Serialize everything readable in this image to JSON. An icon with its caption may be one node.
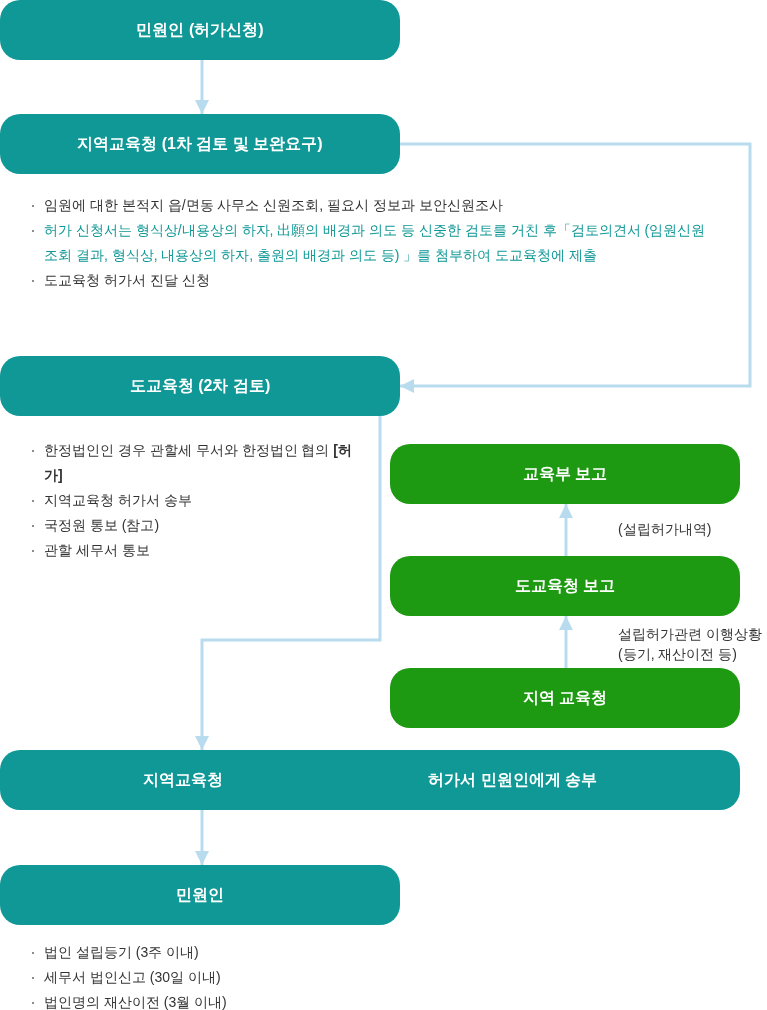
{
  "diagram": {
    "nodes": [
      {
        "text": [
          "민원인 (허가신청)"
        ]
      },
      {
        "text": [
          "지역교육청 (1차 검토 및 보완요구)"
        ],
        "beside": [
          "임원에 대한 본적지 읍/면동 사무소 신원조회, 필요시 정보과 보안신원조사",
          "허가 신청서는 형식상/내용상의 하자, 出願의 배경과 의도 등 신중한 검토를 거친 후「검토의견서 (임원신원조회 결과, 형식상, 내용상의 하자, 출원의 배경과 의도 등) 」를 첨부하여 도교육청에 제출",
          "도교육청 허가서 진달 신청"
        ]
      },
      {
        "text": [
          "도교육청 (2차 검토)"
        ],
        "beside": [
          "한정법인인 경우 관할세 무서와 한정법인 협의 **[허가]**",
          "지역교육청 허가서 송부",
          "국정원 통보 (참고)",
          "관할 세무서 통보"
        ]
      },
      {
        "text": [
          "교육부 보고"
        ]
      },
      {
        "text": [
          "도교육청 보고"
        ]
      },
      {
        "text": [
          "지역 교육청"
        ]
      },
      {
        "text": [
          "지역교육청",
          "허가서 민원인에게 송부"
        ]
      },
      {
        "text": [
          "민원인"
        ],
        "beside": [
          "법인 설립등기 (3주 이내)",
          "세무서 법인신고 (30일 이내)",
          "법인명의 재산이전 (3월 이내)"
        ]
      }
    ],
    "edges": [
      {
        "from": 0,
        "to": 1,
        "arrow": "to"
      },
      {
        "from": 1,
        "to": 2,
        "arrow": "to"
      },
      {
        "from": 2,
        "to": 6,
        "arrow": "to"
      },
      {
        "from": 6,
        "to": 7,
        "arrow": "to"
      },
      {
        "from": 5,
        "to": 4,
        "arrow": "to",
        "label": "설립허가관련 이행상황 (등기, 재산이전 등)"
      },
      {
        "from": 4,
        "to": 3,
        "arrow": "to",
        "label": "(설립허가내역)"
      }
    ]
  }
}
